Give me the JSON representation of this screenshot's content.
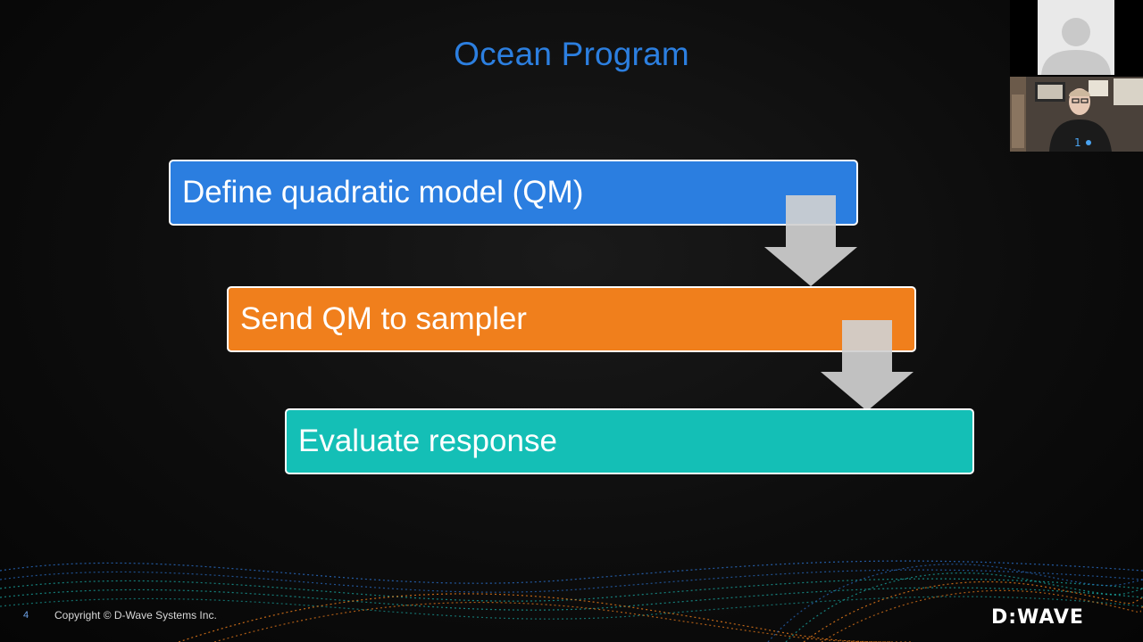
{
  "slide": {
    "title": "Ocean Program",
    "steps": [
      {
        "label": "Define quadratic model (QM)",
        "color": "#2b7ee0"
      },
      {
        "label": "Send QM to sampler",
        "color": "#f07f1c"
      },
      {
        "label": "Evaluate response",
        "color": "#14bfb6"
      }
    ],
    "arrow_color": "#d0d0d0",
    "title_color": "#2c7fe0"
  },
  "footer": {
    "page_number": "4",
    "copyright": "Copyright © D-Wave Systems Inc.",
    "logo": "D:WAVE"
  },
  "video_call": {
    "avatar_icon": "user-silhouette-icon",
    "participant_video": "participant-webcam"
  }
}
